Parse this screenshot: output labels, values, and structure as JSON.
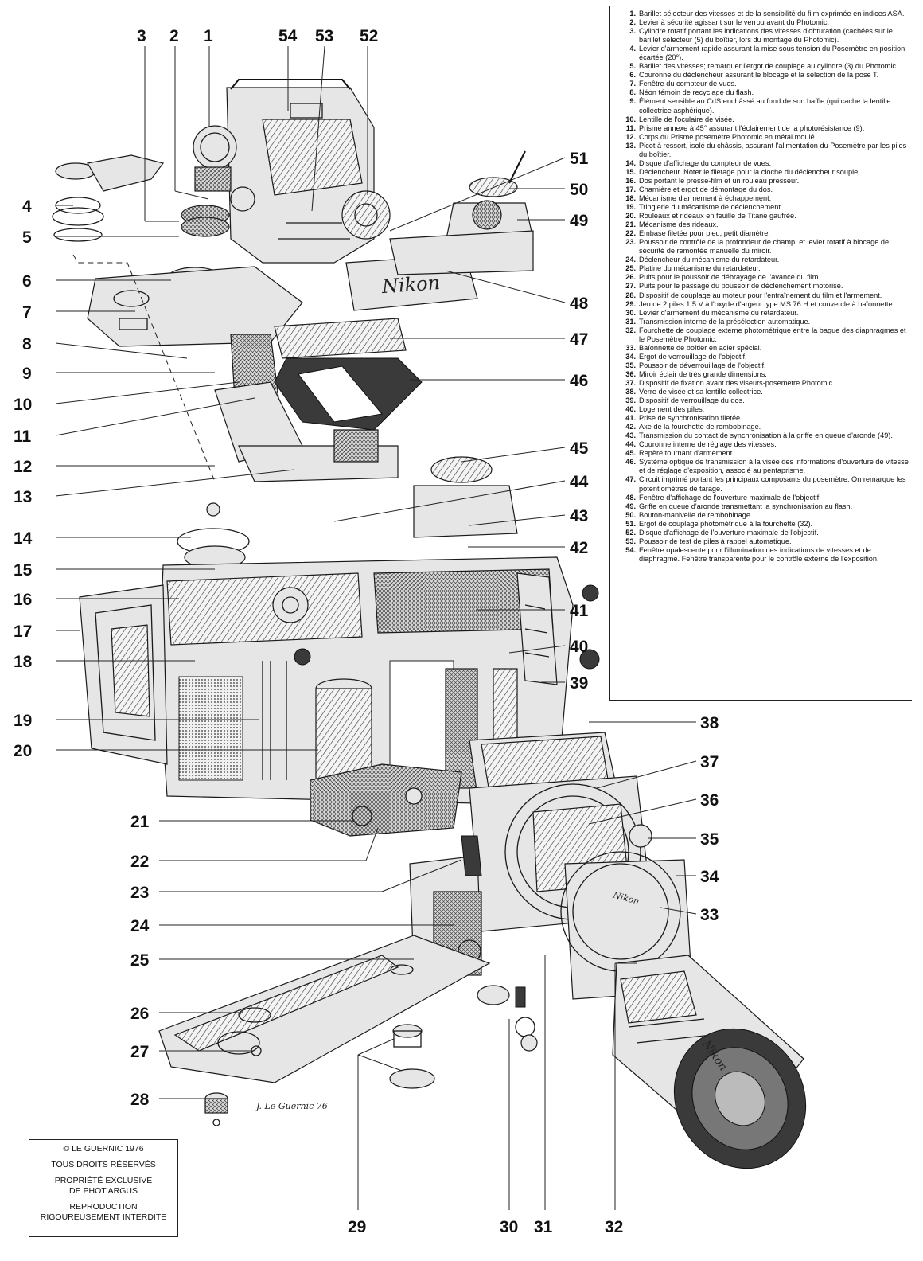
{
  "labels": {
    "left": [
      "4",
      "5",
      "6",
      "7",
      "8",
      "9",
      "10",
      "11",
      "12",
      "13",
      "14",
      "15",
      "16",
      "17",
      "18",
      "19",
      "20"
    ],
    "top": [
      "3",
      "2",
      "1",
      "54",
      "53",
      "52"
    ],
    "right": [
      "51",
      "50",
      "49",
      "48",
      "47",
      "46",
      "45",
      "44",
      "43",
      "42",
      "41",
      "40",
      "39",
      "38",
      "37",
      "36",
      "35",
      "34",
      "33"
    ],
    "inner": [
      "21",
      "22",
      "23",
      "24",
      "25",
      "26",
      "27",
      "28"
    ],
    "bottom": [
      "29",
      "30",
      "31",
      "32"
    ]
  },
  "legend": [
    {
      "n": "1.",
      "t": "Barillet sélecteur des vitesses et de la sensibilité du film exprimée en indices ASA."
    },
    {
      "n": "2.",
      "t": "Levier à sécurité agissant sur le verrou avant du Photomic."
    },
    {
      "n": "3.",
      "t": "Cylindre rotatif portant les indications des vitesses d'obturation (cachées sur le barillet sélecteur (5) du boîtier, lors du montage du Photomic)."
    },
    {
      "n": "4.",
      "t": "Levier d'armement rapide assurant la mise sous tension du Posemètre en position écartée (20°)."
    },
    {
      "n": "5.",
      "t": "Barillet des vitesses; remarquer l'ergot de couplage au cylindre (3) du Photomic."
    },
    {
      "n": "6.",
      "t": "Couronne du déclencheur assurant le blocage et la sélection de la pose T."
    },
    {
      "n": "7.",
      "t": "Fenêtre du compteur de vues."
    },
    {
      "n": "8.",
      "t": "Néon témoin de recyclage du flash."
    },
    {
      "n": "9.",
      "t": "Élément sensible au CdS enchâssé au fond de son baffle (qui cache la lentille collectrice asphérique)."
    },
    {
      "n": "10.",
      "t": "Lentille de l'oculaire de visée."
    },
    {
      "n": "11.",
      "t": "Prisme annexe à 45° assurant l'éclairement de la photorésistance (9)."
    },
    {
      "n": "12.",
      "t": "Corps du Prisme posemètre Photomic en métal moulé."
    },
    {
      "n": "13.",
      "t": "Picot à ressort, isolé du châssis, assurant l'alimentation du Posemètre par les piles du boîtier."
    },
    {
      "n": "14.",
      "t": "Disque d'affichage du compteur de vues."
    },
    {
      "n": "15.",
      "t": "Déclencheur. Noter le filetage pour la cloche du déclencheur souple."
    },
    {
      "n": "16.",
      "t": "Dos portant le presse-film et un rouleau presseur."
    },
    {
      "n": "17.",
      "t": "Charnière et ergot de démontage du dos."
    },
    {
      "n": "18.",
      "t": "Mécanisme d'armement à échappement."
    },
    {
      "n": "19.",
      "t": "Tringlerie du mécanisme de déclenchement."
    },
    {
      "n": "20.",
      "t": "Rouleaux et rideaux en feuille de Titane gaufrée."
    },
    {
      "n": "21.",
      "t": "Mécanisme des rideaux."
    },
    {
      "n": "22.",
      "t": "Embase filetée pour pied, petit diamètre."
    },
    {
      "n": "23.",
      "t": "Poussoir de contrôle de la profondeur de champ, et levier rotatif à blocage de sécurité de remontée manuelle du miroir."
    },
    {
      "n": "24.",
      "t": "Déclencheur du mécanisme du retardateur."
    },
    {
      "n": "25.",
      "t": "Platine du mécanisme du retardateur."
    },
    {
      "n": "26.",
      "t": "Puits pour le poussoir de débrayage de l'avance du film."
    },
    {
      "n": "27.",
      "t": "Puits pour le passage du poussoir de déclenchement motorisé."
    },
    {
      "n": "28.",
      "t": "Dispositif de couplage au moteur pour l'entraînement du film et l'armement."
    },
    {
      "n": "29.",
      "t": "Jeu de 2 piles 1,5 V à l'oxyde d'argent type MS 76 H et couvercle à baïonnette."
    },
    {
      "n": "30.",
      "t": "Levier d'armement du mécanisme du retardateur."
    },
    {
      "n": "31.",
      "t": "Transmission interne de la présélection automatique."
    },
    {
      "n": "32.",
      "t": "Fourchette de couplage externe photométrique entre la bague des diaphragmes et le Posemètre Photomic."
    },
    {
      "n": "33.",
      "t": "Baïonnette de boîtier en acier spécial."
    },
    {
      "n": "34.",
      "t": "Ergot de verrouillage de l'objectif."
    },
    {
      "n": "35.",
      "t": "Poussoir de déverrouillage de l'objectif."
    },
    {
      "n": "36.",
      "t": "Miroir éclair de très grande dimensions."
    },
    {
      "n": "37.",
      "t": "Dispositif de fixation avant des viseurs-posemètre Photomic."
    },
    {
      "n": "38.",
      "t": "Verre de visée et sa lentille collectrice."
    },
    {
      "n": "39.",
      "t": "Dispositif de verrouillage du dos."
    },
    {
      "n": "40.",
      "t": "Logement des piles."
    },
    {
      "n": "41.",
      "t": "Prise de synchronisation filetée."
    },
    {
      "n": "42.",
      "t": "Axe de la fourchette de rembobinage."
    },
    {
      "n": "43.",
      "t": "Transmission du contact de synchronisation à la griffe en queue d'aronde (49)."
    },
    {
      "n": "44.",
      "t": "Couronne interne de réglage des vitesses."
    },
    {
      "n": "45.",
      "t": "Repère tournant d'armement."
    },
    {
      "n": "46.",
      "t": "Système optique de transmission à la visée des informations d'ouverture de vitesse et de réglage d'exposition, associé au pentaprisme."
    },
    {
      "n": "47.",
      "t": "Circuit imprimé portant les principaux composants du posemètre. On remarque les potentiomètres de tarage."
    },
    {
      "n": "48.",
      "t": "Fenêtre d'affichage de l'ouverture maximale de l'objectif."
    },
    {
      "n": "49.",
      "t": "Griffe en queue d'aronde transmettant la synchronisation au flash."
    },
    {
      "n": "50.",
      "t": "Bouton-manivelle de rembobinage."
    },
    {
      "n": "51.",
      "t": "Ergot de couplage photométrique à la fourchette (32)."
    },
    {
      "n": "52.",
      "t": "Disque d'affichage de l'ouverture maximale de l'objectif."
    },
    {
      "n": "53.",
      "t": "Poussoir de test de piles à rappel automatique."
    },
    {
      "n": "54.",
      "t": "Fenêtre opalescente pour l'illumination des indications de vitesses et de diaphragme. Fenêtre transparente pour le contrôle externe de l'exposition."
    }
  ],
  "copyright": [
    "© LE GUERNIC 1976",
    "TOUS DROITS RÉSERVÉS",
    "PROPRIÉTÉ EXCLUSIVE\nDE PHOT'ARGUS",
    "REPRODUCTION\nRIGOUREUSEMENT INTERDITE"
  ],
  "signature": "J. Le Guernic 76",
  "engravings": {
    "prism_brand": "Nikon",
    "lens_brand": "Nikon",
    "bayonet_brand": "Nikon"
  }
}
